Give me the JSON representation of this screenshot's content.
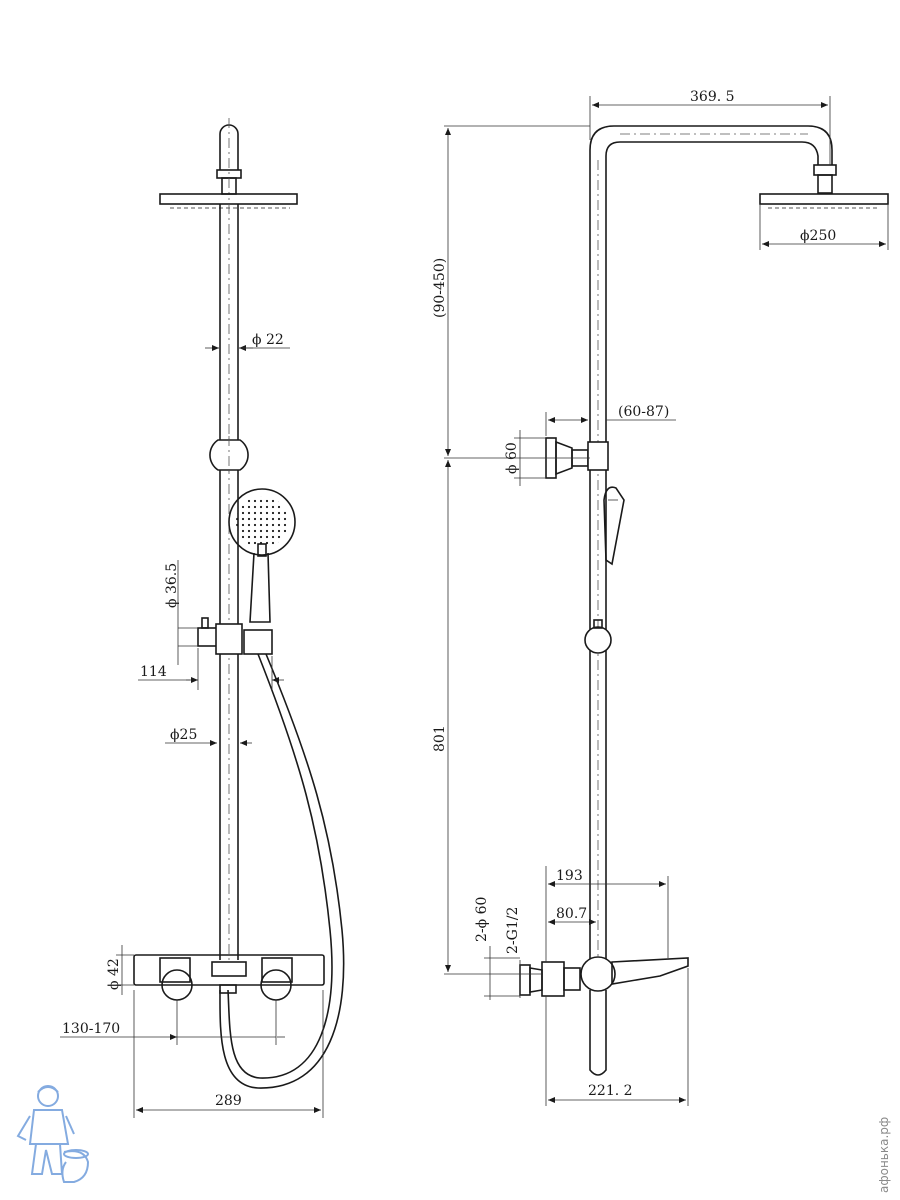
{
  "front_view": {
    "dim_pipe": "ϕ 22",
    "dim_holder": "ϕ 36.5",
    "dim_offset": "114",
    "dim_slider": "ϕ25",
    "dim_knob": "ϕ 42",
    "dim_centers": "130-170",
    "dim_width": "289"
  },
  "side_view": {
    "dim_arm": "369. 5",
    "dim_head": "ϕ250",
    "dim_upper": "(90-450)",
    "dim_bracket_offset": "(60-87)",
    "dim_bracket": "ϕ 60",
    "dim_height": "801",
    "dim_193": "193",
    "dim_807": "80.7",
    "dim_inlet": "2-ϕ 60",
    "dim_thread": "2-G1/2",
    "dim_spout": "221. 2"
  },
  "watermark": {
    "site": "афонька.рф",
    "logo_icon": "plumber-mascot-icon",
    "logo_color": "#5b8fd6"
  }
}
